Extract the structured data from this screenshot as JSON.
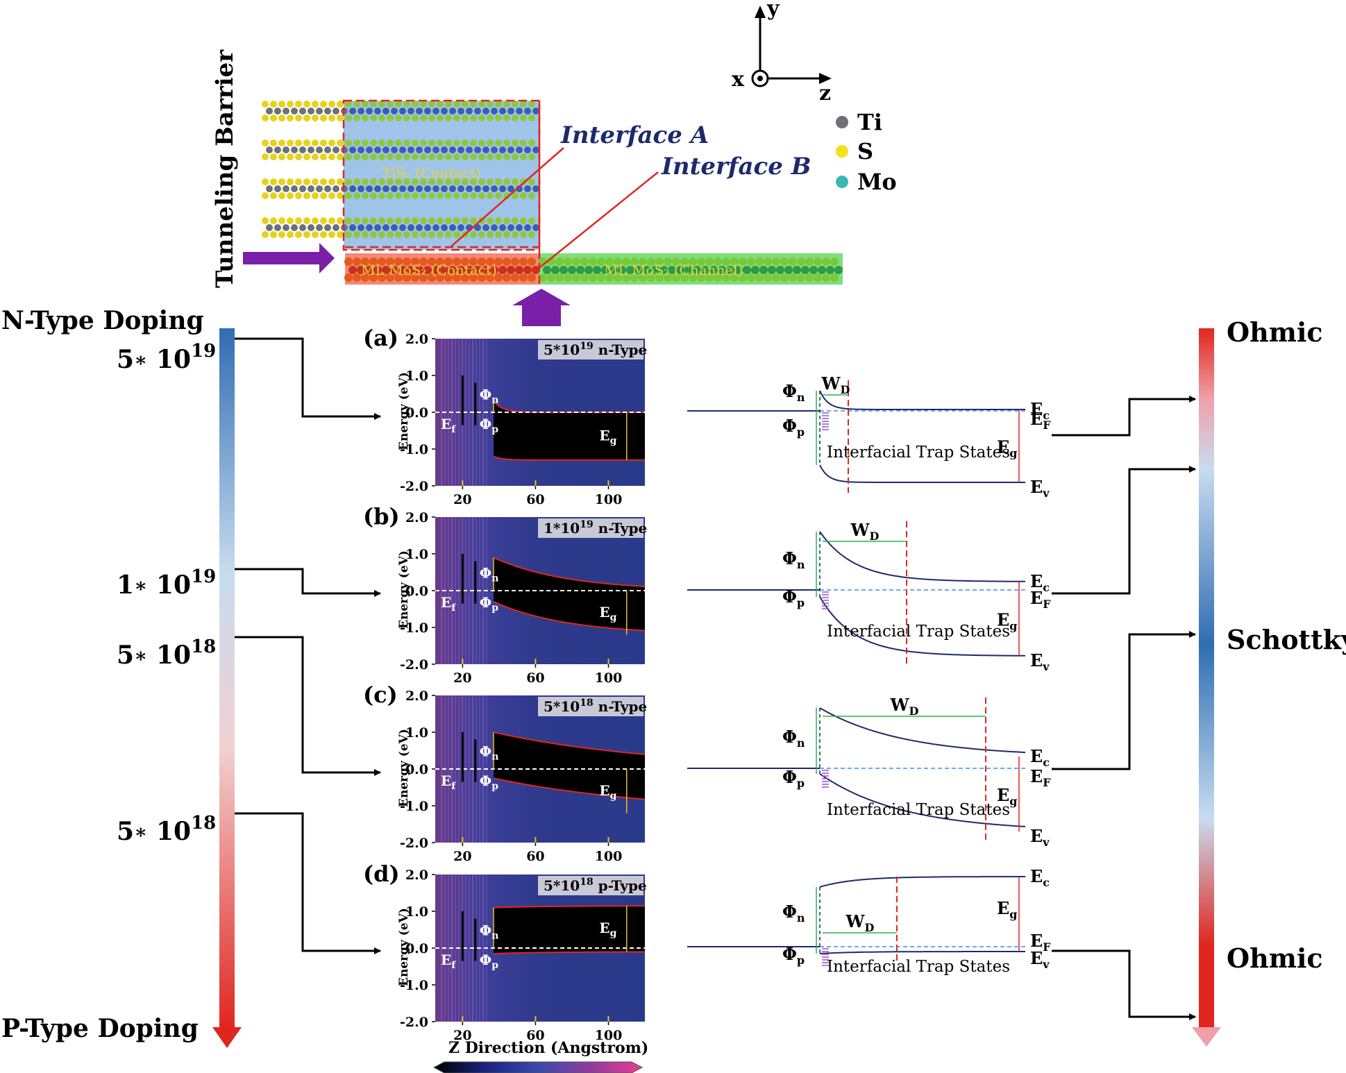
{
  "top": {
    "tunneling_barrier": "Tunneling Barrier",
    "interface_a": "Interface A",
    "interface_b": "Interface B",
    "tis2_label": "TiS₂ (Contact)",
    "mos2_contact_label": "ML MoS₂ (Contact)",
    "mos2_channel_label": "ML MoS₂ (Channel)",
    "axes": {
      "y": "y",
      "x": "x",
      "z": "z"
    },
    "legend": [
      {
        "label": "Ti",
        "color": "#6f6f78"
      },
      {
        "label": "S",
        "color": "#f2e21a"
      },
      {
        "label": "Mo",
        "color": "#3cb8b4"
      }
    ]
  },
  "left_scale": {
    "top_label": "N-Type Doping",
    "bottom_label": "P-Type Doping",
    "levels": [
      {
        "mantissa": "5",
        "exponent": "19"
      },
      {
        "mantissa": "1",
        "exponent": "19"
      },
      {
        "mantissa": "5",
        "exponent": "18"
      },
      {
        "mantissa": "5",
        "exponent": "18"
      }
    ],
    "gradient_colors": [
      "#2f6db3",
      "#c8dcf0",
      "#f4c8c8",
      "#e0261e"
    ]
  },
  "panels": [
    {
      "tag": "(a)",
      "title": "5*10",
      "exp": "19",
      "type": " n-Type"
    },
    {
      "tag": "(b)",
      "title": "1*10",
      "exp": "19",
      "type": " n-Type"
    },
    {
      "tag": "(c)",
      "title": "5*10",
      "exp": "18",
      "type": " n-Type"
    },
    {
      "tag": "(d)",
      "title": "5*10",
      "exp": "18",
      "type": " p-Type"
    }
  ],
  "panel_axes": {
    "ylabel": "Energy (eV)",
    "xlabel": "Z Direction (Angstrom)",
    "yticks": [
      "2.0",
      "1.0",
      "0.0",
      "-1.0",
      "-2.0"
    ],
    "xticks": [
      "20",
      "60",
      "100"
    ],
    "labels": {
      "ef": "E",
      "ef_sub": "f",
      "phin": "Φ",
      "phin_sub": "n",
      "phip": "Φ",
      "phip_sub": "p",
      "eg": "E",
      "eg_sub": "g"
    }
  },
  "band_labels": {
    "wd": "W",
    "wd_sub": "D",
    "phin": "Φ",
    "phin_sub": "n",
    "phip": "Φ",
    "phip_sub": "p",
    "ec": "E",
    "ec_sub": "c",
    "ef": "E",
    "ef_sub": "F",
    "ev": "E",
    "ev_sub": "v",
    "eg": "E",
    "eg_sub": "g",
    "trap": "Interfacial Trap States"
  },
  "right_scale": {
    "ohmic_top": "Ohmic",
    "schottky": "Schottky",
    "ohmic_bottom": "Ohmic",
    "gradient_colors": [
      "#e0261e",
      "#c8dcf0",
      "#2f6db3",
      "#c8dcf0",
      "#e0261e"
    ]
  },
  "colors": {
    "arrow_purple": "#7a1fa8",
    "band_navy": "#1c2a6c",
    "red_dash": "#e0261e",
    "green": "#2bb24c",
    "fermi_blue": "#3b8ed8",
    "trap_purple": "#9b4fd0"
  }
}
